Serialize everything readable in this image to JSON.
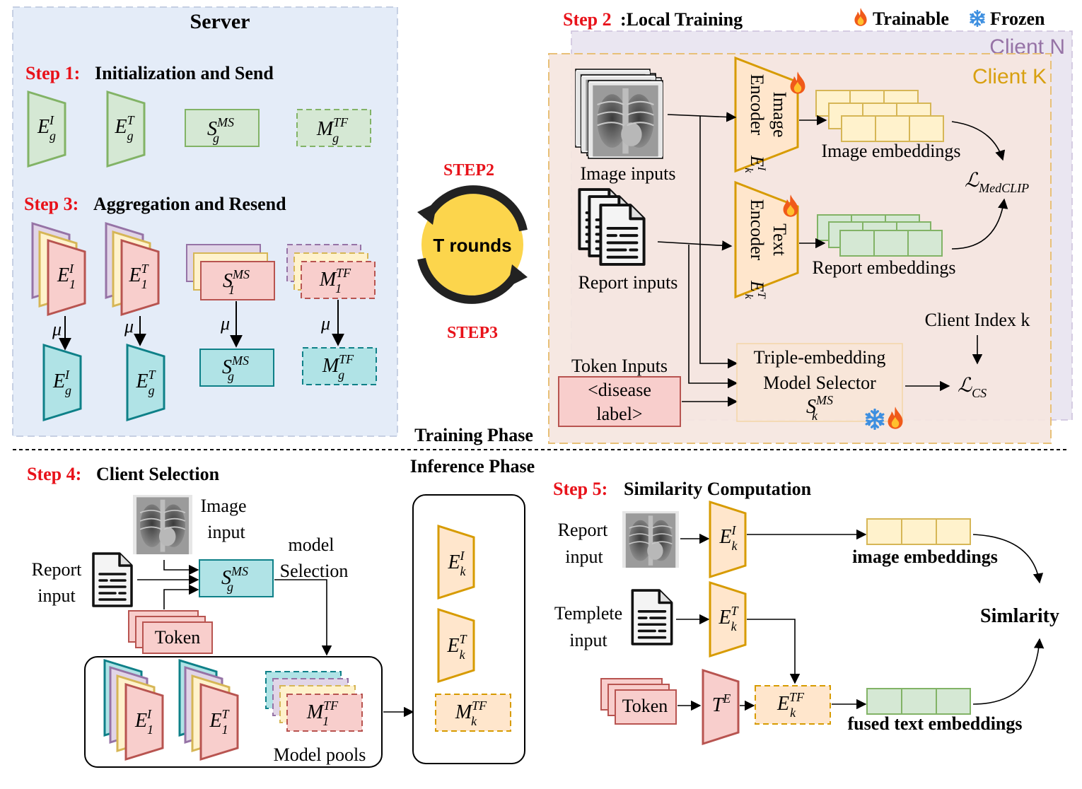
{
  "colors": {
    "step_red": "#e8121a",
    "server_bg": "#e4ecf8",
    "green_fill": "#d5e8d4",
    "green_stroke": "#82b366",
    "teal_fill": "#b0e3e6",
    "teal_stroke": "#0e8088",
    "pink_fill": "#f8cecc",
    "pink_stroke": "#b85450",
    "orange_fill": "#ffe6cc",
    "orange_stroke": "#d79b00",
    "purple_stroke": "#9673a6",
    "yellow_fill": "#fff2cc",
    "yellow_stroke": "#d6b656",
    "cycle": "#f5b800"
  },
  "legend": {
    "trainable": "Trainable",
    "frozen": "Frozen"
  },
  "server": {
    "title": "Server",
    "step1_num": "Step 1:",
    "step1_text": "Initialization and Send",
    "step3_num": "Step 3:",
    "step3_text": "Aggregation and Resend",
    "mu": "μ"
  },
  "cycle": {
    "top": "STEP2",
    "center": "T rounds",
    "bottom": "STEP3"
  },
  "step2": {
    "num": "Step 2",
    "text": ":Local Training",
    "client_n": "Client N",
    "client_k": "Client K",
    "image_inputs": "Image inputs",
    "report_inputs": "Report inputs",
    "image_encoder": "Image",
    "text_encoder": "Text",
    "encoder_word": "Encoder",
    "image_embeddings": "Image embeddings",
    "report_embeddings": "Report embeddings",
    "client_index": "Client Index k",
    "token_inputs": "Token Inputs",
    "disease_label_1": "<disease",
    "disease_label_2": "label>",
    "selector_1": "Triple-embedding",
    "selector_2": "Model Selector"
  },
  "phases": {
    "training": "Training Phase",
    "inference": "Inference Phase"
  },
  "step4": {
    "num": "Step 4:",
    "text": "Client Selection",
    "image_input_1": "Image",
    "image_input_2": "input",
    "report_input_1": "Report",
    "report_input_2": "input",
    "model_sel_1": "model",
    "model_sel_2": "Selection",
    "token": "Token",
    "model_pools": "Model pools"
  },
  "step5": {
    "num": "Step 5:",
    "text": "Similarity Computation",
    "report_input_1": "Report",
    "report_input_2": "input",
    "templete_input_1": "Templete",
    "templete_input_2": "input",
    "image_embeddings": "image embeddings",
    "fused_text": "fused text embeddings",
    "similarity": "Simlarity",
    "token": "Token"
  }
}
